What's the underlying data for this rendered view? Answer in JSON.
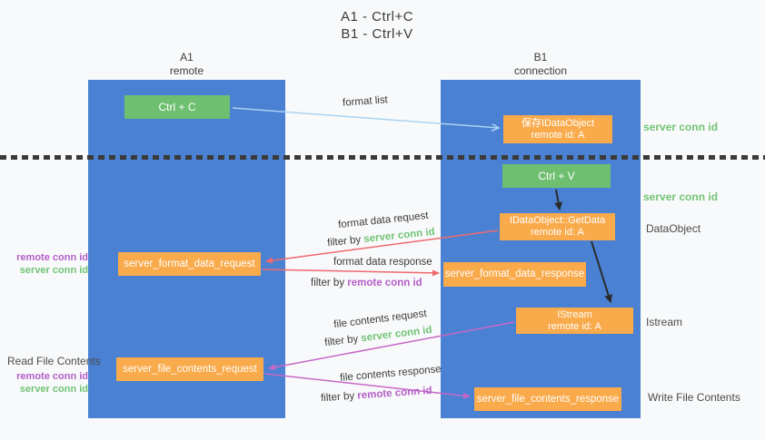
{
  "colors": {
    "lane": "#4a81d3",
    "green_box": "#6ebf70",
    "orange_box": "#f9aa4b",
    "green_text": "#71c475",
    "purple_text": "#b45ec8",
    "red_arrow": "#f0696e",
    "magenta_arrow": "#c767c7",
    "blue_arrow": "#a9d3f2",
    "black_arrow": "#2b2b2b"
  },
  "title": {
    "line1": "A1 - Ctrl+C",
    "line2": "B1 - Ctrl+V"
  },
  "lanes": {
    "a1": {
      "name": "A1",
      "subtitle": "remote"
    },
    "b1": {
      "name": "B1",
      "subtitle": "connection"
    }
  },
  "nodes": {
    "ctrl_c": {
      "label": "Ctrl + C"
    },
    "ctrl_v": {
      "label": "Ctrl + V"
    },
    "save_dataobject": {
      "line1": "保存IDataObject",
      "line2": "remote id: A"
    },
    "getdata": {
      "line1": "IDataObject::GetData",
      "line2": "remote id: A"
    },
    "istream": {
      "line1": "IStream",
      "line2": "remote id: A"
    },
    "format_request": {
      "label": "server_format_data_request"
    },
    "format_response": {
      "label": "server_format_data_response"
    },
    "file_request": {
      "label": "server_file_contents_request"
    },
    "file_response": {
      "label": "server_file_contents_response"
    }
  },
  "side_labels": {
    "server_conn_id_top": "server conn id",
    "server_conn_id_mid": "server conn id",
    "dataobject": "DataObject",
    "istream": "Istream",
    "read_file": "Read File Contents",
    "write_file": "Write File Contents",
    "format_ids": {
      "remote": "remote conn id",
      "server": "server conn id"
    },
    "file_ids": {
      "remote": "remote conn id",
      "server": "server conn id"
    }
  },
  "annotations": {
    "format_list": "format list",
    "format_data_request": "format data request",
    "format_data_request_filter_prefix": "filter by ",
    "format_data_request_filter_id": "server conn id",
    "format_data_response": "format data response",
    "format_data_response_filter_prefix": "filter by ",
    "format_data_response_filter_id": "remote conn id",
    "file_contents_request": "file contents request",
    "file_contents_request_filter_prefix": "filter by ",
    "file_contents_request_filter_id": "server conn id",
    "file_contents_response": "file contents response",
    "file_contents_response_filter_prefix": "filter by ",
    "file_contents_response_filter_id": "remote conn id"
  }
}
